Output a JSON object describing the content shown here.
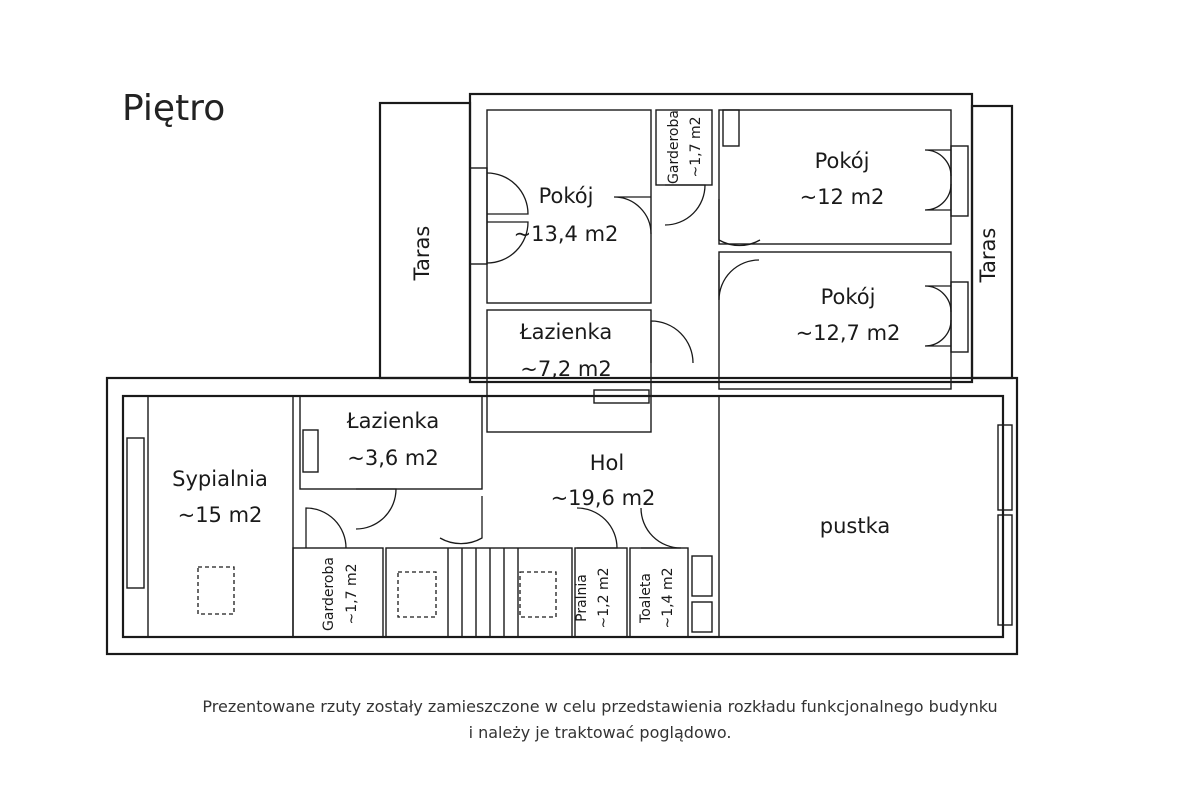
{
  "title": "Piętro",
  "rooms": {
    "pokoj_1": {
      "name": "Pokój",
      "area": "~13,4 m2"
    },
    "pokoj_2": {
      "name": "Pokój",
      "area": "~12 m2"
    },
    "pokoj_3": {
      "name": "Pokój",
      "area": "~12,7 m2"
    },
    "lazienka_1": {
      "name": "Łazienka",
      "area": "~7,2 m2"
    },
    "lazienka_2": {
      "name": "Łazienka",
      "area": "~3,6 m2"
    },
    "sypialnia": {
      "name": "Sypialnia",
      "area": "~15 m2"
    },
    "hol": {
      "name": "Hol",
      "area": "~19,6 m2"
    },
    "pustka": {
      "name": "pustka"
    },
    "garderoba_top": {
      "name": "Garderoba",
      "area": "~1,7 m2"
    },
    "garderoba_bottom": {
      "name": "Garderoba",
      "area": "~1,7 m2"
    },
    "pralnia": {
      "name": "Pralnia",
      "area": "~1,2 m2"
    },
    "toaleta": {
      "name": "Toaleta",
      "area": "~1,4 m2"
    },
    "taras_left": {
      "name": "Taras"
    },
    "taras_right": {
      "name": "Taras"
    }
  },
  "disclaimer": {
    "line1": "Prezentowane rzuty zostały zamieszczone w celu przedstawienia rozkładu funkcjonalnego budynku",
    "line2": "i należy je traktować poglądowo."
  }
}
